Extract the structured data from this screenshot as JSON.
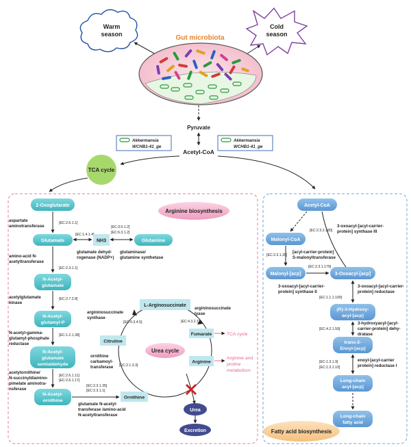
{
  "top": {
    "title": "Gut microbiota",
    "warm": [
      "Warm",
      "season"
    ],
    "cold": [
      "Cold",
      "season"
    ],
    "pyruvate": "Pyruvate",
    "acetyl_coa": "Acetyl-CoA",
    "taxon_left": [
      "Akkermansia",
      "WCHB1-41_ge"
    ],
    "taxon_right": [
      "Akkermansia",
      "WCHB1-41_ge"
    ],
    "tca": "TCA cycle"
  },
  "arginine": {
    "title": "Arginine biosynthesis",
    "oxoglutarate": "2-Oxoglutarate",
    "aminotransferase": [
      "aspartate",
      "aminotransferase"
    ],
    "ec_2611": "[EC:2.6.1.1]",
    "glutamate": "Glutamate",
    "ec_1414": "[EC:1.4.1.4]",
    "nh3": "NH3",
    "glutamine": "Glutamine",
    "ec_3512": "[EC:3.5.1.2]",
    "ec_6312": "[EC:6.3.1.2]",
    "glut_dehydro": [
      "glutamate dehyd-",
      "rogenase (NADP+)"
    ],
    "glutaminase": [
      "glutaminase/",
      "glutamine synthetase"
    ],
    "n_acetyltransf": [
      "amino-acid N-",
      "acetyltransferase"
    ],
    "ec_2311": "[EC:2.3.1.1]",
    "n_acetyl_glutamate": [
      "N-Acetyl-",
      "glutamate"
    ],
    "acetylglut_kinase": [
      "acetylglutamate",
      "kinase"
    ],
    "ec_2728": "[EC:2.7.2.8]",
    "n_acetyl_glutamyl_p": [
      "N-Acetyl-",
      "glutamyl-P"
    ],
    "phosphate_reductase": [
      "N-acetyl-gamma-",
      "glutamyl-phosphate",
      "reductase"
    ],
    "ec_12138": "[EC:1.2.1.38]",
    "semialdehyde": [
      "N-Acetyl-",
      "glutamate",
      "semialdehyde"
    ],
    "aminotransf2": [
      "acetylornithine/",
      "N-succinyldiamino-",
      "pimelate aminotra-",
      "nsferase"
    ],
    "ec_26111": "[EC:2.6.1.11]",
    "ec_26117": "[EC:2.6.1.17]",
    "n_acetyl_ornithine": [
      "N-Acetyl-",
      "ornithine"
    ],
    "ec_23135": "[EC:2.3.1.35]",
    "ec_2311b": "[EC:2.3.1.1]",
    "glut_n_acetyltransf": [
      "glutamate N-acetyl-",
      "transferase /amino-acid",
      "N-acetyltransferase"
    ],
    "ornithine": "Ornithine",
    "ornithine_carb": [
      "ornithine",
      "carbamoyl-",
      "transferase"
    ],
    "ec_2133": "[EC:2.1.3.3]",
    "citrulline": "Citruline",
    "arg_synthase": [
      "argininosuccinate",
      "synthase"
    ],
    "ec_6345": "[EC:6.3.4.5]",
    "argininosuccinate": "L-Arginosuccinate",
    "arg_lyase": [
      "argininosuccinate",
      "lyase"
    ],
    "ec_4321": "[EC:4.3.2.1]",
    "fumarate": "Fumarate",
    "tca_link": "TCA cycle",
    "arginine": "Arginine",
    "arg_proline": [
      "Arginine and",
      "proline",
      "metabolism"
    ],
    "urea_cycle": "Urea cycle",
    "urea": "Urea",
    "excretion": "Excretion"
  },
  "fatty": {
    "title": "Fatty acid biosynthesis",
    "acetyl_coa": "Acetyl-CoA",
    "ec_232180": "[EC:2.3.2.180]",
    "synthase3": [
      "3-oxoacyl-[acyl-carrier-",
      "protein] synthase III"
    ],
    "malonyl_coa": "Malonyl-CoA",
    "ec_23139": "[EC:2.3.1.39]",
    "malonyltransf": [
      "[acyl-carrier-protein]",
      "S-malonyltransferase"
    ],
    "malonyl_acp": "Malonyl-[acp]",
    "ec_231179": "[EC:2.3.1.179]",
    "oxoacyl_acp": "3-Oxoacyl-[acp]",
    "synthase2": [
      "3-oxoacyl-[acyl-carrier-",
      "protein] synthase II"
    ],
    "reductase": [
      "3-oxoacyl-[acyl-carrier-",
      "protein] reductase"
    ],
    "ec_111100": "[EC:1.1.1.100]",
    "hydroxyacyl": [
      "(R)-3-Hydroxy-",
      "acyl-[acp]"
    ],
    "dehydratase": [
      "3-hydroxyacyl-[acyl-",
      "carrier-protein] dehy-",
      "dratase"
    ],
    "ec_421559": "[EC:4.2.1.59]",
    "enoyl": [
      "trans-2-",
      "Enoyl-[acp]"
    ],
    "ec_1319": "[EC:1.3.1.9]",
    "ec_13110": "[EC:1.3.1.10]",
    "enoyl_reductase": [
      "enoyl-[acyl-carrier",
      "protein] reductase I"
    ],
    "long_acyl": [
      "Long-chain",
      "acyl-[acp]"
    ],
    "long_fatty": [
      "Long-chain",
      "fatty acid"
    ]
  },
  "colors": {
    "teal": "#53c3cb",
    "light_teal": "#bfe8ee",
    "blue_node": "#6aa6dc",
    "navy": "#424b8f",
    "green": "#a8d86c",
    "pink_title": "#f6b9d3",
    "orange_title": "#f8d3a0",
    "microbiota": "#e8832e"
  }
}
